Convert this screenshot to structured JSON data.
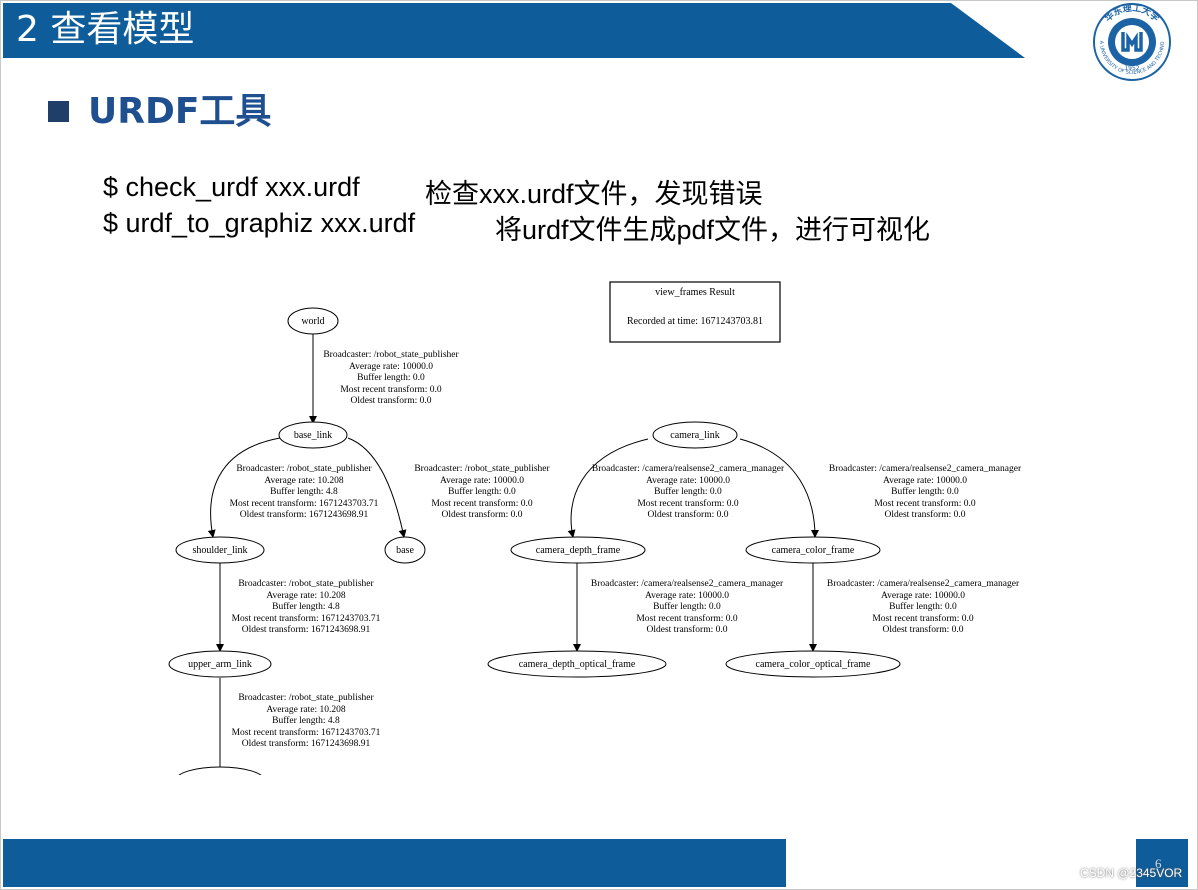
{
  "slide": {
    "title": "2 查看模型",
    "section_title": "URDF工具",
    "commands": [
      {
        "command": "$ check_urdf xxx.urdf",
        "description": "检查xxx.urdf文件，发现错误"
      },
      {
        "command": "$ urdf_to_graphiz xxx.urdf",
        "description": "将urdf文件生成pdf文件，进行可视化"
      }
    ],
    "page_number": "6",
    "watermark": "CSDN @2345VOR",
    "logo": {
      "text": "华东理工大学",
      "latin": "CHINA UNIVERSITY OF SCIENCE AND TECHNOLOGY",
      "year": "1952"
    }
  },
  "colors": {
    "accent_blue": "#0e5c99",
    "title_blue": "#1f4f8f",
    "bullet": "#1f3f68"
  },
  "graph": {
    "result_box": {
      "title": "view_frames Result",
      "recorded": "Recorded at time: 1671243703.81"
    },
    "nodes": {
      "world": "world",
      "base_link": "base_link",
      "shoulder_link": "shoulder_link",
      "base": "base",
      "upper_arm_link": "upper_arm_link",
      "camera_link": "camera_link",
      "camera_depth_frame": "camera_depth_frame",
      "camera_color_frame": "camera_color_frame",
      "camera_depth_optical_frame": "camera_depth_optical_frame",
      "camera_color_optical_frame": "camera_color_optical_frame"
    },
    "edges": [
      {
        "lines": [
          "Broadcaster: /robot_state_publisher",
          "Average rate: 10000.0",
          "Buffer length: 0.0",
          "Most recent transform: 0.0",
          "Oldest transform: 0.0"
        ]
      },
      {
        "lines": [
          "Broadcaster: /robot_state_publisher",
          "Average rate: 10.208",
          "Buffer length: 4.8",
          "Most recent transform: 1671243703.71",
          "Oldest transform: 1671243698.91"
        ]
      },
      {
        "lines": [
          "Broadcaster: /robot_state_publisher",
          "Average rate: 10000.0",
          "Buffer length: 0.0",
          "Most recent transform: 0.0",
          "Oldest transform: 0.0"
        ]
      },
      {
        "lines": [
          "Broadcaster: /camera/realsense2_camera_manager",
          "Average rate: 10000.0",
          "Buffer length: 0.0",
          "Most recent transform: 0.0",
          "Oldest transform: 0.0"
        ]
      },
      {
        "lines": [
          "Broadcaster: /camera/realsense2_camera_manager",
          "Average rate: 10000.0",
          "Buffer length: 0.0",
          "Most recent transform: 0.0",
          "Oldest transform: 0.0"
        ]
      },
      {
        "lines": [
          "Broadcaster: /robot_state_publisher",
          "Average rate: 10.208",
          "Buffer length: 4.8",
          "Most recent transform: 1671243703.71",
          "Oldest transform: 1671243698.91"
        ]
      },
      {
        "lines": [
          "Broadcaster: /camera/realsense2_camera_manager",
          "Average rate: 10000.0",
          "Buffer length: 0.0",
          "Most recent transform: 0.0",
          "Oldest transform: 0.0"
        ]
      },
      {
        "lines": [
          "Broadcaster: /camera/realsense2_camera_manager",
          "Average rate: 10000.0",
          "Buffer length: 0.0",
          "Most recent transform: 0.0",
          "Oldest transform: 0.0"
        ]
      },
      {
        "lines": [
          "Broadcaster: /robot_state_publisher",
          "Average rate: 10.208",
          "Buffer length: 4.8",
          "Most recent transform: 1671243703.71",
          "Oldest transform: 1671243698.91"
        ]
      }
    ]
  }
}
